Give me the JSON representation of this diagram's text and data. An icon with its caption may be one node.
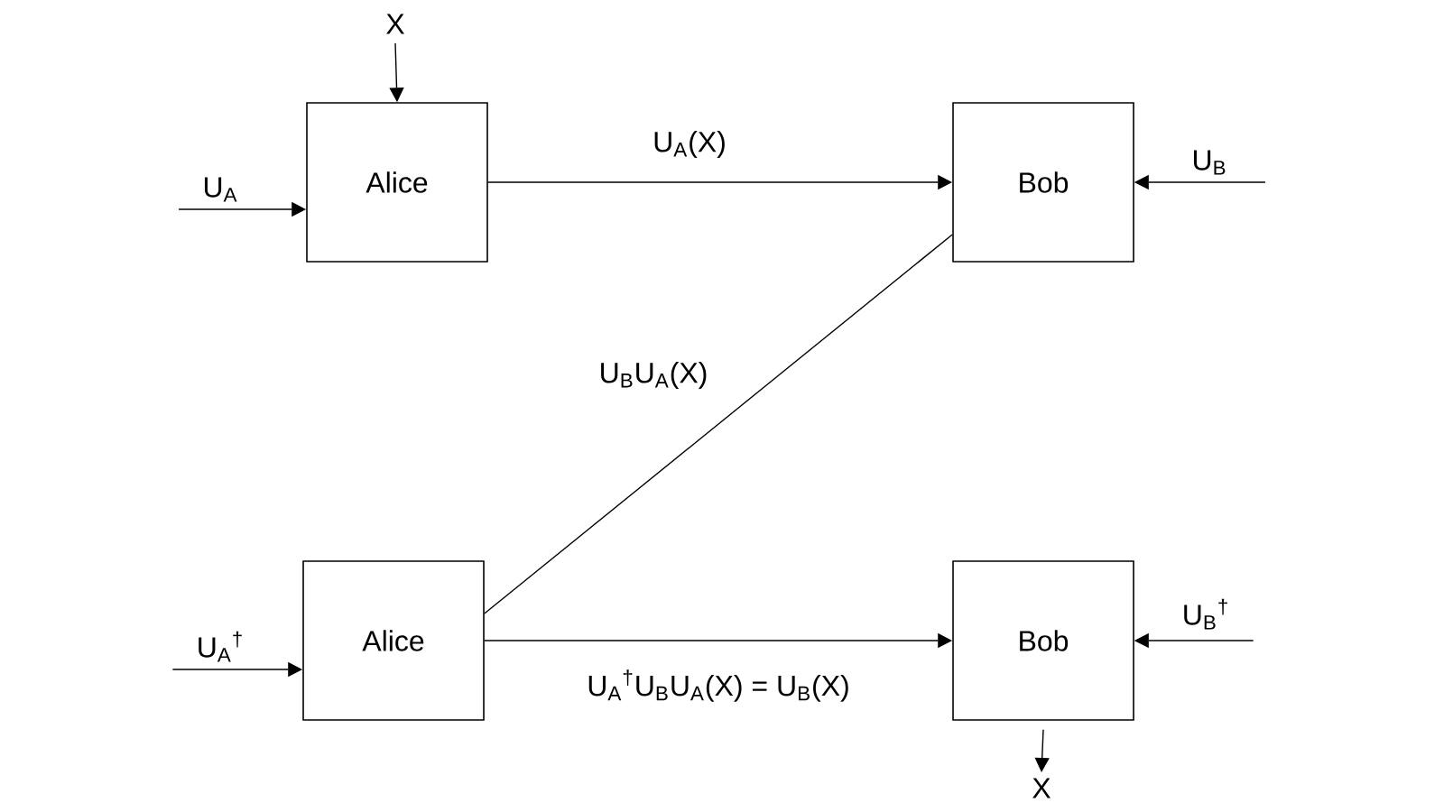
{
  "diagram": {
    "nodes": [
      {
        "text": [
          "X"
        ]
      },
      {
        "text": [
          "U$_{A}$"
        ]
      },
      {
        "text": [
          "Alice"
        ]
      },
      {
        "text": [
          "Bob"
        ]
      },
      {
        "text": [
          "U$_{B}$"
        ]
      },
      {
        "text": [
          "U$_{A}$$^{†}$"
        ]
      },
      {
        "text": [
          "Alice"
        ]
      },
      {
        "text": [
          "Bob"
        ]
      },
      {
        "text": [
          "U$_{B}$$^{†}$"
        ]
      },
      {
        "text": [
          "X"
        ]
      }
    ],
    "edges": [
      {
        "from": 0,
        "to": 2,
        "arrow": "to"
      },
      {
        "from": 1,
        "to": 2,
        "arrow": "to"
      },
      {
        "from": 2,
        "to": 3,
        "arrow": "to",
        "label": "U$_{A}$(X)"
      },
      {
        "from": 4,
        "to": 3,
        "arrow": "to"
      },
      {
        "from": 3,
        "to": 6,
        "arrow": "none",
        "label": "U$_{B}$U$_{A}$(X)"
      },
      {
        "from": 5,
        "to": 6,
        "arrow": "to"
      },
      {
        "from": 6,
        "to": 7,
        "arrow": "to",
        "label": "U$_{A}$$^{†}$U$_{B}$U$_{A}$(X) = U$_{B}$(X)"
      },
      {
        "from": 8,
        "to": 7,
        "arrow": "to"
      },
      {
        "from": 7,
        "to": 9,
        "arrow": "to"
      }
    ]
  }
}
